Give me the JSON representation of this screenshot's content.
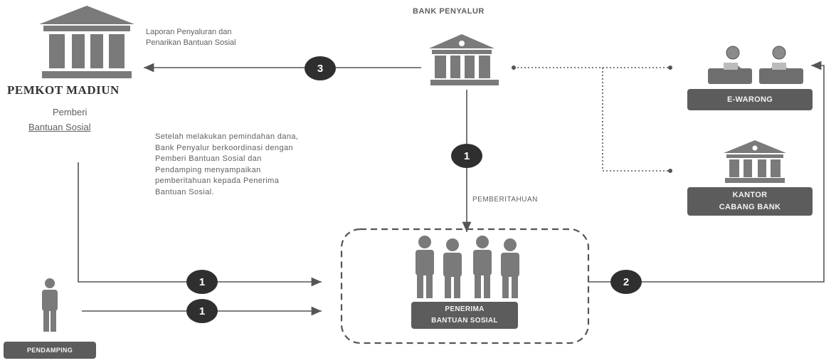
{
  "nodes": {
    "bank_penyalur": "BANK PENYALUR",
    "pemkot_title": "PEMKOT MADIUN",
    "pemkot_role_line1": "Pemberi",
    "pemkot_role_line2": "Bantuan Sosial",
    "e_warong": "E-WARONG",
    "kantor_line1": "KANTOR",
    "kantor_line2": "CABANG BANK",
    "penerima_line1": "PENERIMA",
    "penerima_line2": "BANTUAN SOSIAL",
    "pendamping": "PENDAMPING"
  },
  "annotations": {
    "laporan_line1": "Laporan Penyaluran dan",
    "laporan_line2": "Penarikan Bantuan Sosial",
    "setelah_line1": "Setelah melakukan pemindahan dana,",
    "setelah_line2": "Bank Penyalur berkoordinasi dengan",
    "setelah_line3": "Pemberi Bantuan Sosial dan",
    "setelah_line4": "Pendamping menyampaikan",
    "setelah_line5": "pemberitahuan kepada Penerima",
    "setelah_line6": "Bantuan Sosial.",
    "pemberitahuan": "PEMBERITAHUAN"
  },
  "steps": {
    "step_bank_to_pemkot": "3",
    "step_bank_to_penerima": "1",
    "step_pemkot_to_penerima": "1",
    "step_pendamping_to_penerima": "1",
    "step_penerima_to_ewarong": "2"
  },
  "colors": {
    "icon_gray": "#7a7a7a",
    "line_gray": "#555555",
    "badge_dark": "#2f2f2f",
    "label_fill": "#5c5c5c"
  }
}
